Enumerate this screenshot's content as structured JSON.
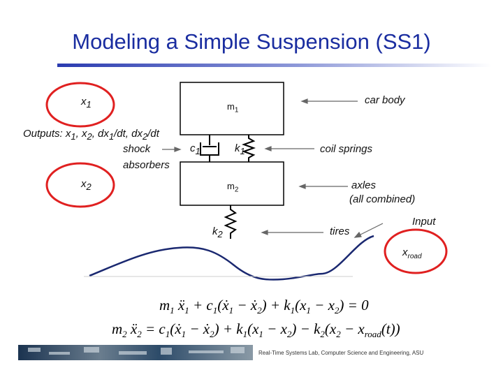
{
  "title": "Modeling a Simple Suspension (SS1)",
  "labels": {
    "x1": "x",
    "x1_sub": "1",
    "x2": "x",
    "x2_sub": "2",
    "outputs": "Outputs: x",
    "outputs_s1": "1",
    "outputs_mid1": ", x",
    "outputs_s2": "2",
    "outputs_mid2": ", dx",
    "outputs_s3": "1",
    "outputs_mid3": "/dt, dx",
    "outputs_s4": "2",
    "outputs_end": "/dt",
    "shock": "shock",
    "absorbers": "absorbers",
    "m1": "m",
    "m1_sub": "1",
    "m2": "m",
    "m2_sub": "2",
    "c1": "c",
    "c1_sub": "1",
    "k1": "k",
    "k1_sub": "1",
    "k2": "k",
    "k2_sub": "2",
    "car_body": "car body",
    "coil_springs": "coil springs",
    "axles": "axles",
    "all_combined": "(all combined)",
    "tires": "tires",
    "input": "Input",
    "xroad": "x",
    "xroad_sub": "road"
  },
  "footer": {
    "credit": "Real-Time Systems Lab, Computer Science and Engineering, ASU"
  },
  "colors": {
    "title": "#1a2da0",
    "highlight_ring": "#e02020",
    "rule": "#2a3bb0"
  }
}
